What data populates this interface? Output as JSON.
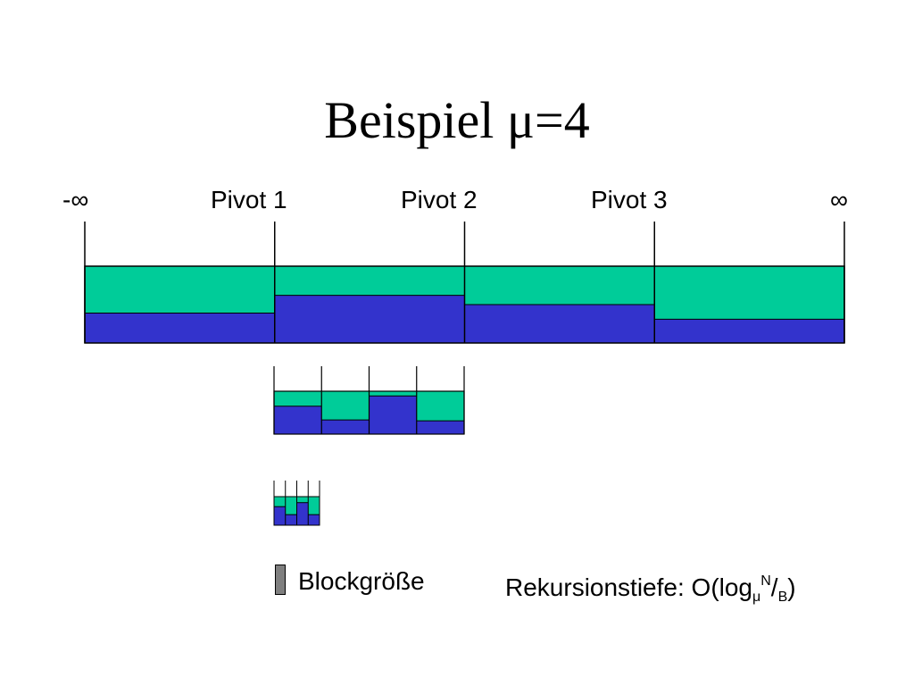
{
  "title": "Beispiel μ=4",
  "labels": {
    "neg_inf": "-∞",
    "pivot1": "Pivot 1",
    "pivot2": "Pivot 2",
    "pivot3": "Pivot 3",
    "pos_inf": "∞"
  },
  "legend": {
    "label": "Blockgröße",
    "depth_prefix": "Rekursionstiefe: O(log",
    "depth_sub": "μ",
    "depth_sup": "N",
    "depth_slash": "/",
    "depth_sub2": "B",
    "depth_suffix": ")"
  },
  "colors": {
    "fill": "#00cc99",
    "data": "#3333cc",
    "block": "#7f7f7f",
    "line": "#000000"
  },
  "levels": [
    {
      "fill_fractions": [
        0.39,
        0.62,
        0.5,
        0.31
      ]
    },
    {
      "fill_fractions": [
        0.65,
        0.33,
        0.89,
        0.31
      ]
    },
    {
      "fill_fractions": [
        0.65,
        0.37,
        0.79,
        0.37
      ]
    }
  ]
}
